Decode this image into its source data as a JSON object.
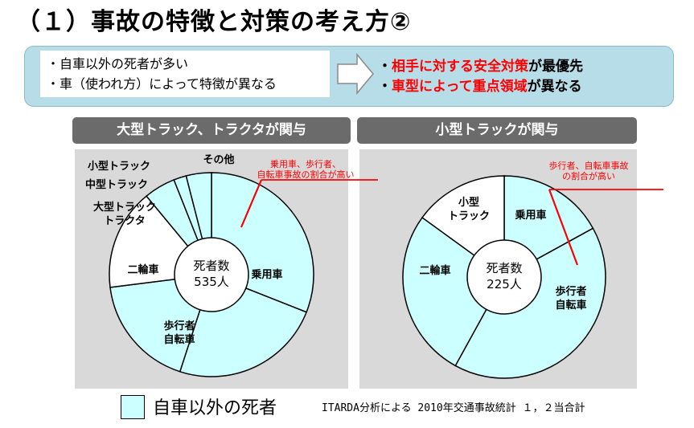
{
  "title": "（１）事故の特徴と対策の考え方②",
  "banner": {
    "left_lines": [
      "・自車以外の死者が多い",
      "・車（使われ方）によって特徴が異なる"
    ],
    "right_line1": {
      "bullet": "・",
      "highlight": "相手に対する安全対策",
      "rest": "が最優先"
    },
    "right_line2": {
      "bullet": "・",
      "highlight": "車型によって重点領域",
      "rest": "が異なる"
    }
  },
  "colors": {
    "other_victim": "#ccffff",
    "own": "#ffffff",
    "highlight": "#ff0000",
    "panel": "#d9d9d9",
    "header": "#6b6b6b"
  },
  "chart_data": [
    {
      "type": "pie",
      "title": "大型トラック、トラクタが関与",
      "center_label": [
        "死者数",
        "535人"
      ],
      "slices": [
        {
          "label": "乗用車",
          "value": 31,
          "other_victim": true
        },
        {
          "label": "歩行者\n自転車",
          "value": 24,
          "other_victim": true
        },
        {
          "label": "二輪車",
          "value": 18,
          "other_victim": true
        },
        {
          "label": "大型トラック\nトラクタ",
          "value": 16,
          "other_victim": false
        },
        {
          "label": "中型トラック",
          "value": 5,
          "other_victim": true
        },
        {
          "label": "小型トラック",
          "value": 2,
          "other_victim": true
        },
        {
          "label": "その他",
          "value": 4,
          "other_victim": true
        }
      ],
      "annotation": "乗用車、歩行者、\n自転車事故の割合が高い"
    },
    {
      "type": "pie",
      "title": "小型トラックが関与",
      "center_label": [
        "死者数",
        "225人"
      ],
      "slices": [
        {
          "label": "乗用車",
          "value": 17,
          "other_victim": true
        },
        {
          "label": "歩行者\n自転車",
          "value": 41,
          "other_victim": true
        },
        {
          "label": "二輪車",
          "value": 27,
          "other_victim": true
        },
        {
          "label": "小型\nトラック",
          "value": 15,
          "other_victim": false
        }
      ],
      "annotation": "歩行者、自転車事故\nの割合が高い"
    }
  ],
  "legend": {
    "label": "自車以外の死者"
  },
  "source": "ITARDA分析による 2010年交通事故統計 １，２当合計"
}
